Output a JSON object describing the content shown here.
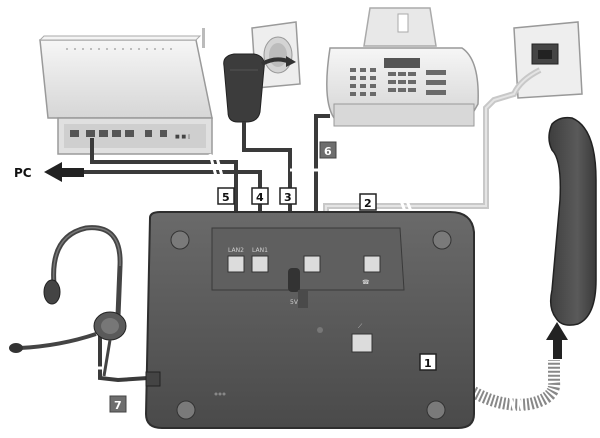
{
  "labels": {
    "pc": "PC",
    "c1": "1",
    "c2": "2",
    "c3": "3",
    "c4": "4",
    "c5": "5",
    "c6": "6",
    "c7": "7"
  },
  "colors": {
    "cable_dark": "#3a3a3a",
    "cable_light": "#c8c8c8",
    "device_light": "#ececec",
    "base_dark": "#555555",
    "label_dark_bg": "#6e6e6e"
  },
  "icons": [
    "router-icon",
    "power-adapter-icon",
    "power-socket-icon",
    "fax-machine-icon",
    "phone-wall-jack-icon",
    "handset-icon",
    "headset-icon",
    "arrow-left-icon",
    "arrow-up-icon"
  ]
}
